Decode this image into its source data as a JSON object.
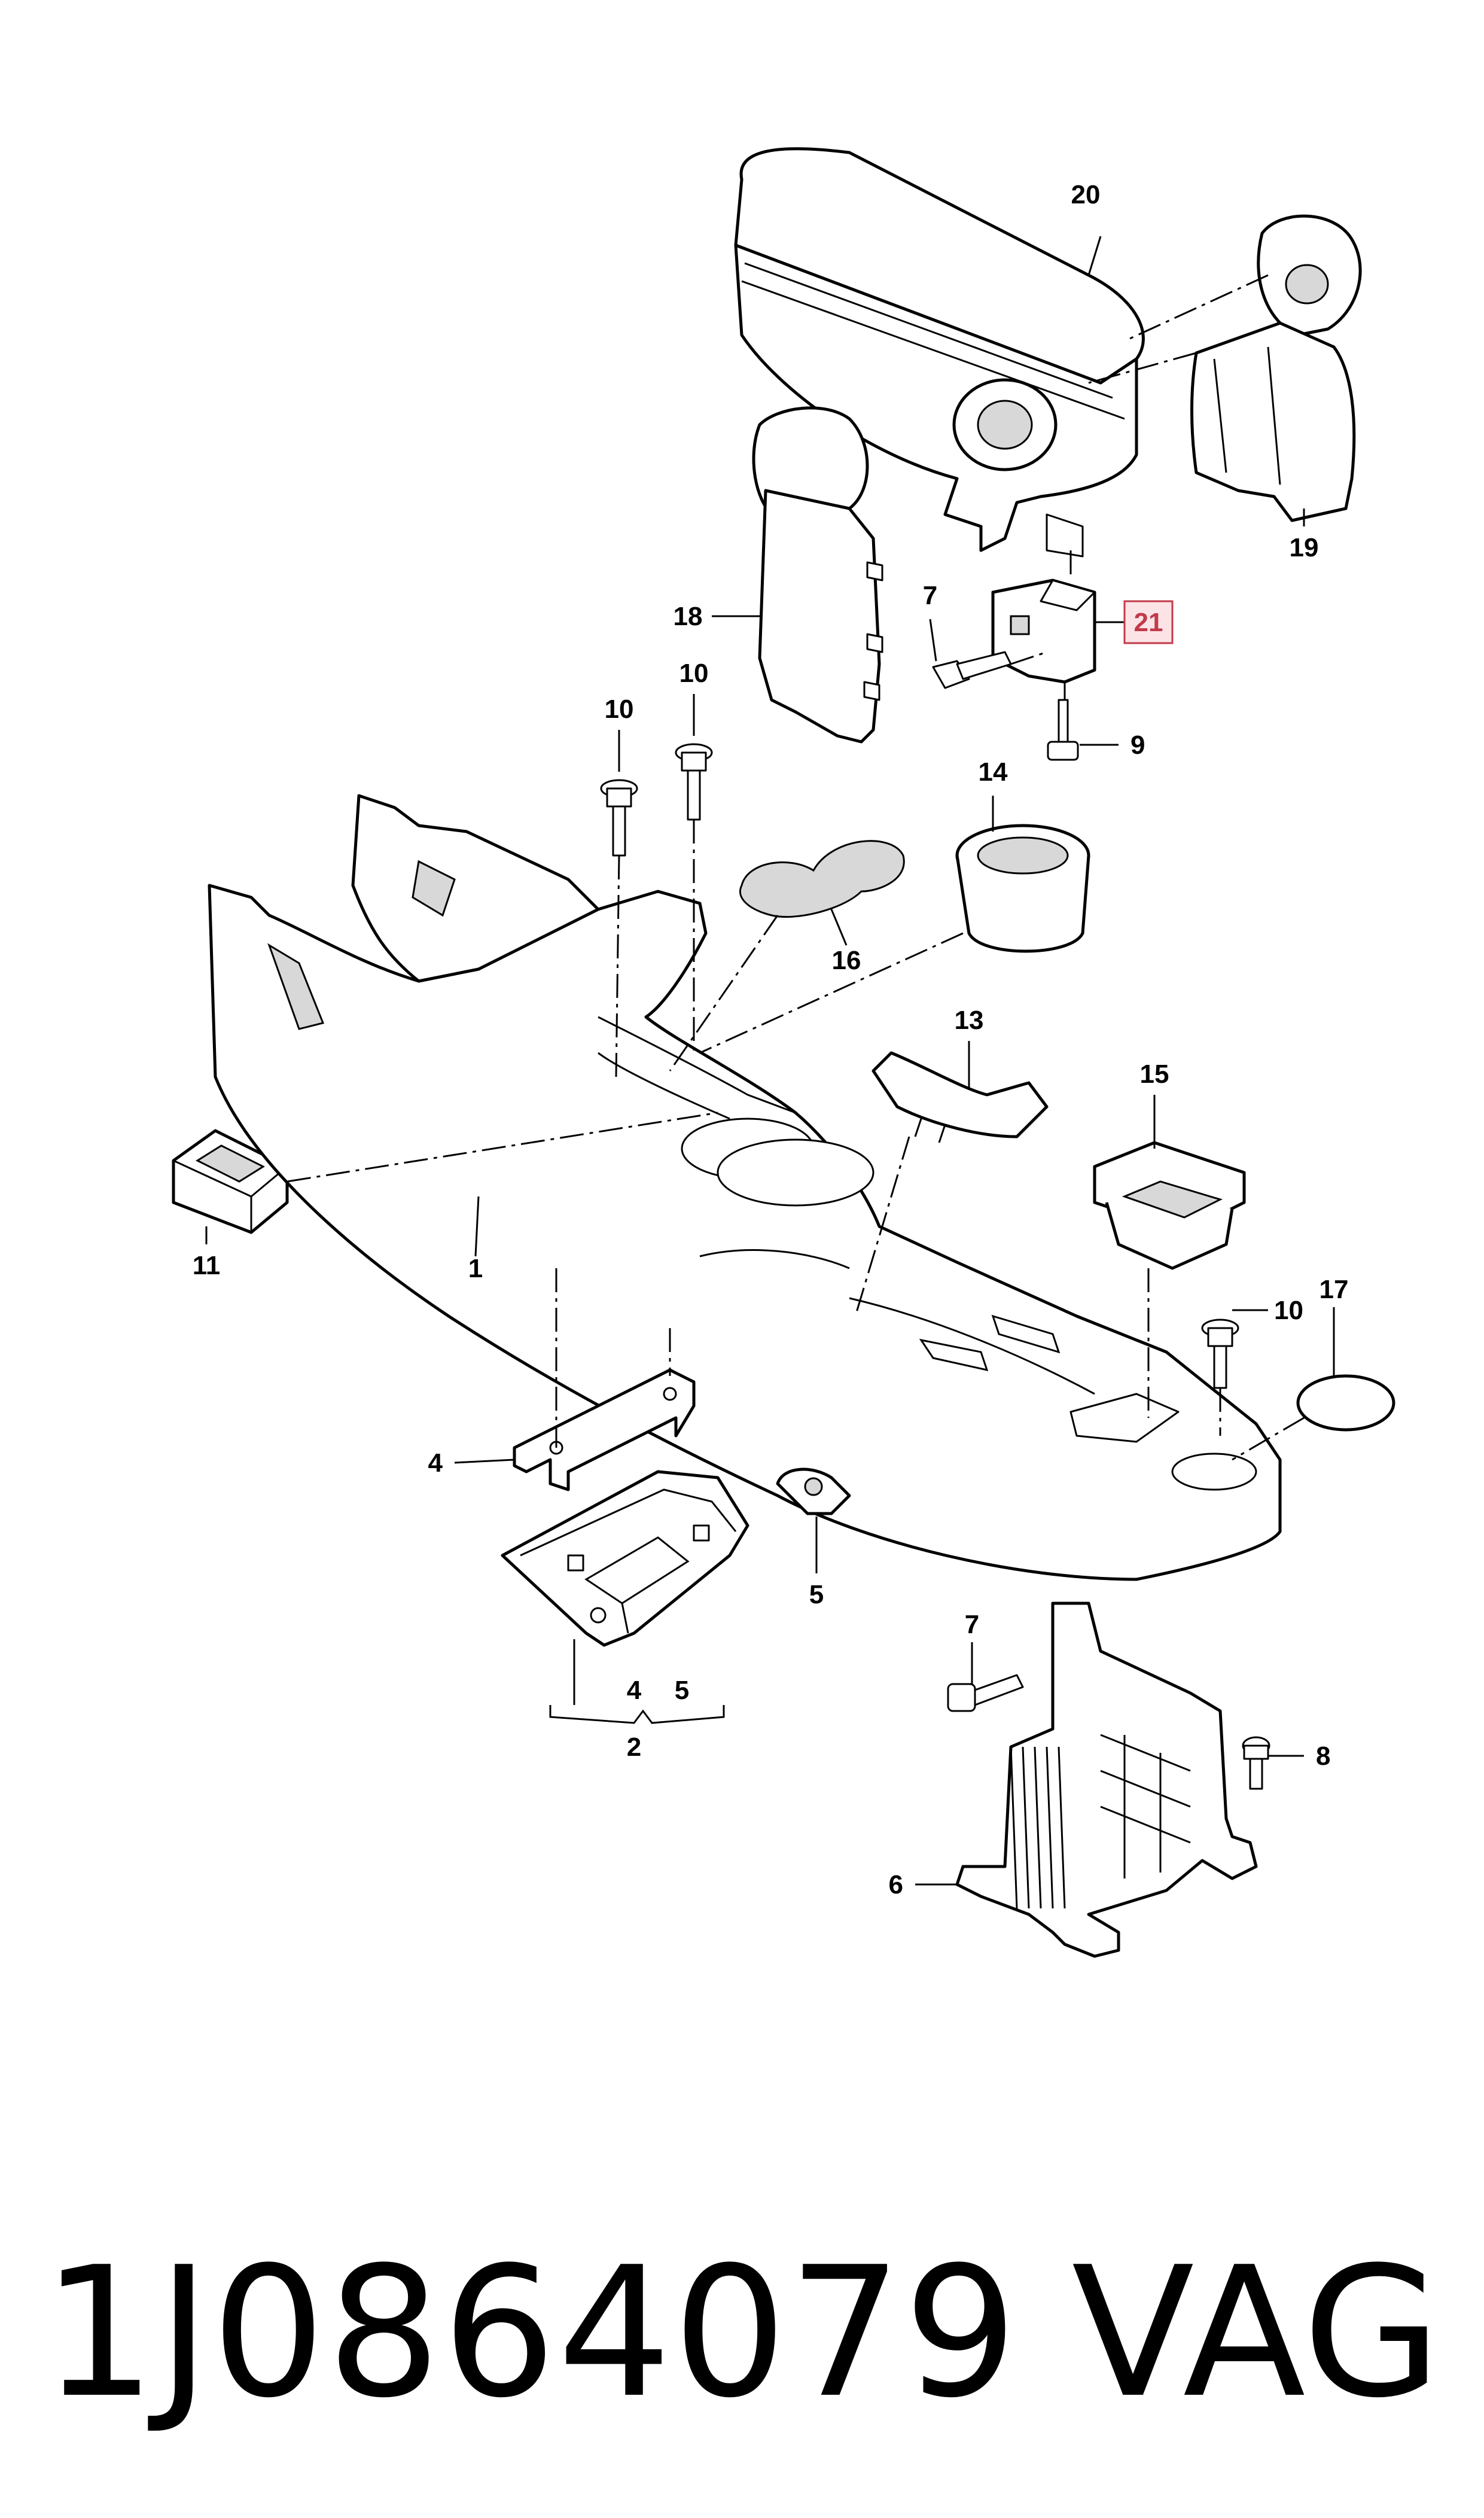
{
  "diagram": {
    "callouts": {
      "c1": "1",
      "c2": "2",
      "c4a": "4",
      "c4b": "4",
      "c5a": "5",
      "c5b": "5",
      "c6": "6",
      "c7a": "7",
      "c7b": "7",
      "c8": "8",
      "c9": "9",
      "c10a": "10",
      "c10b": "10",
      "c10c": "10",
      "c11": "11",
      "c13": "13",
      "c14": "14",
      "c15": "15",
      "c16": "16",
      "c17": "17",
      "c18": "18",
      "c19": "19",
      "c20": "20",
      "c21": "21"
    },
    "highlight_color": "#c23a4a"
  },
  "caption": {
    "part_number": "1J0864079",
    "brand": "VAG"
  }
}
